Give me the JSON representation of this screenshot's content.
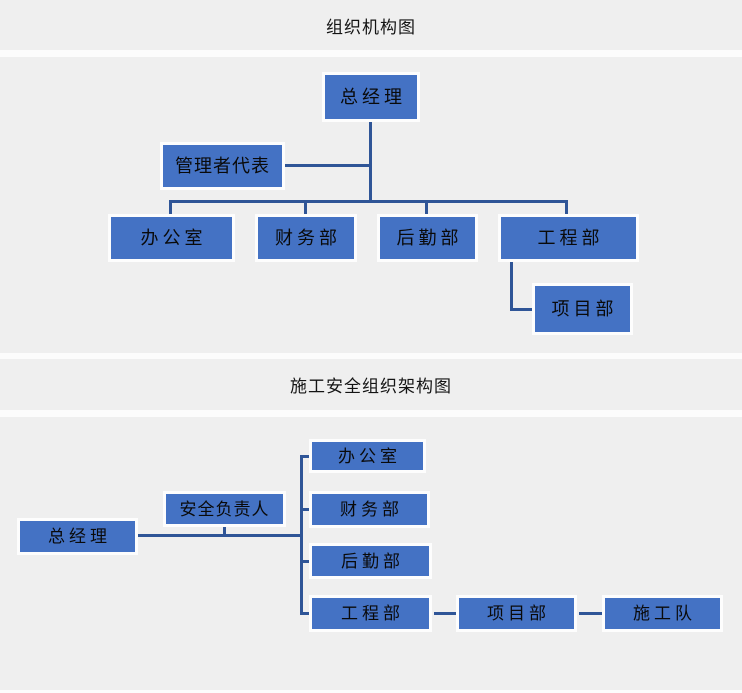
{
  "page": {
    "background_color": "#efefef",
    "box_fill_color": "#4472c4",
    "box_border_color": "#fdfdfd",
    "connector_color": "#2f5597",
    "text_color": "#0a0a0a"
  },
  "chart1": {
    "title": "组织机构图",
    "nodes": {
      "general_manager": "总经理",
      "management_rep": "管理者代表",
      "office": "办公室",
      "finance": "财务部",
      "logistics": "后勤部",
      "engineering": "工程部",
      "project": "项目部"
    },
    "edges": [
      "总经理-管理者代表",
      "总经理-办公室",
      "总经理-财务部",
      "总经理-后勤部",
      "总经理-工程部",
      "工程部-项目部"
    ]
  },
  "chart2": {
    "title": "施工安全组织架构图",
    "nodes": {
      "general_manager": "总经理",
      "safety_officer": "安全负责人",
      "office": "办公室",
      "finance": "财务部",
      "logistics": "后勤部",
      "engineering": "工程部",
      "project": "项目部",
      "construction_team": "施工队"
    },
    "edges": [
      "总经理-安全负责人",
      "总经理-办公室",
      "总经理-财务部",
      "总经理-后勤部",
      "总经理-工程部",
      "工程部-项目部",
      "项目部-施工队"
    ]
  }
}
